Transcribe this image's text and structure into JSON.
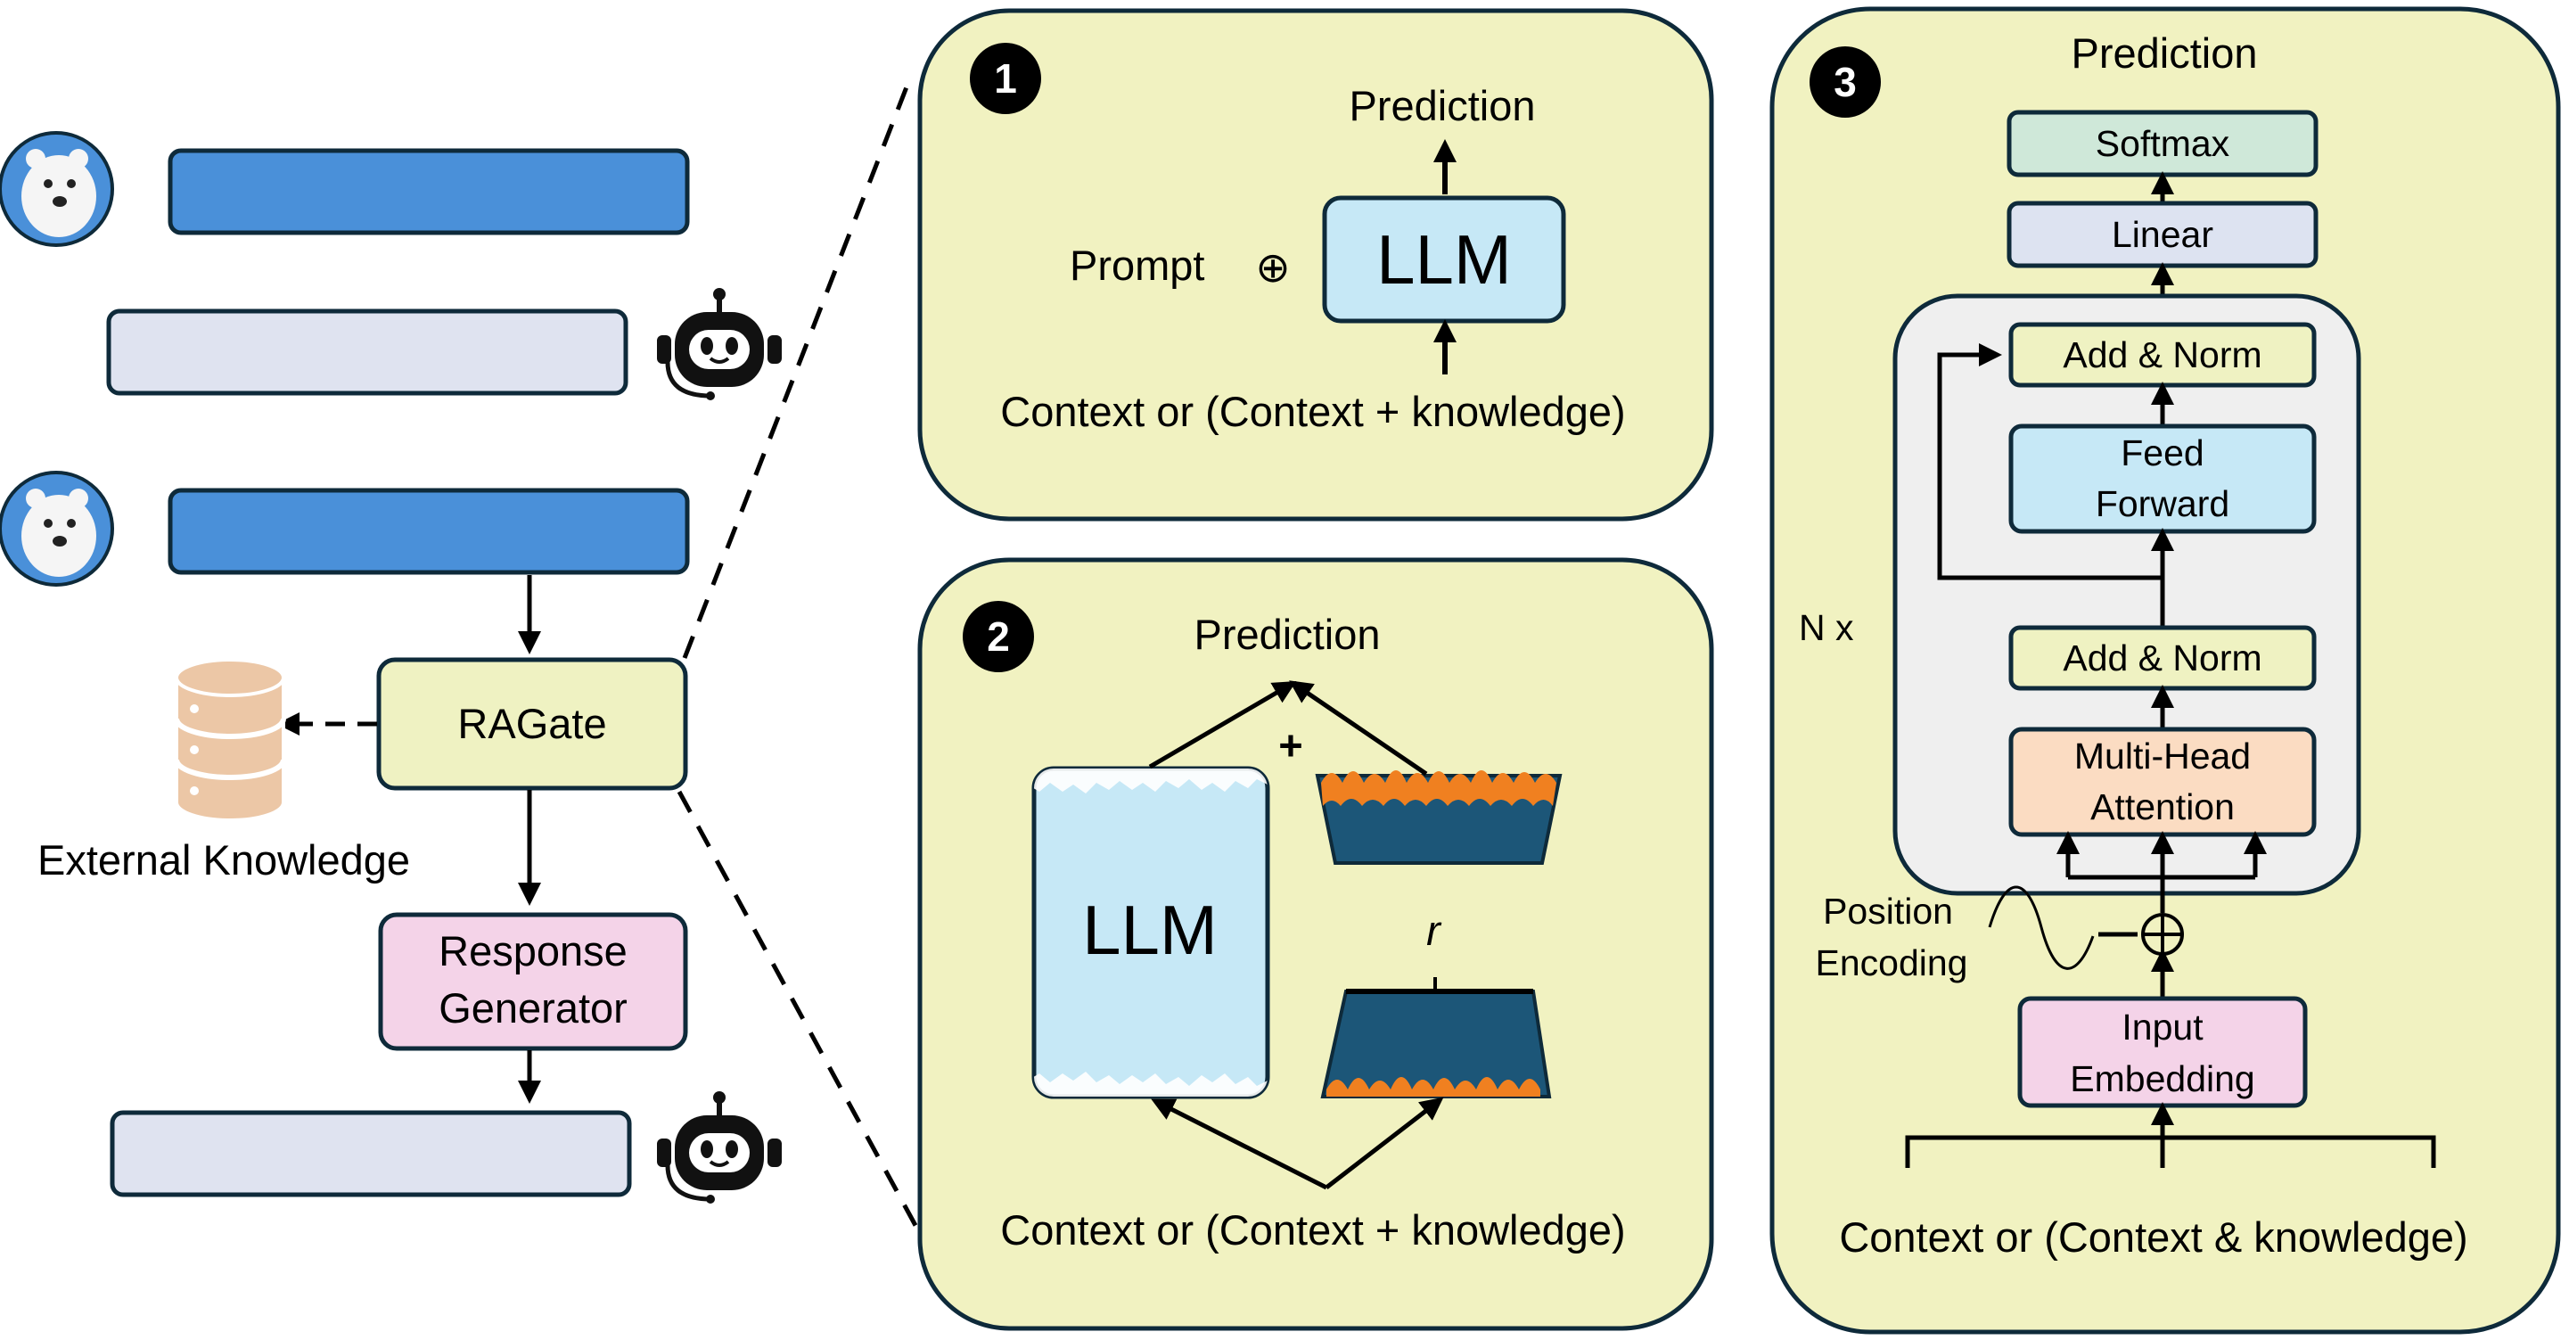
{
  "colors": {
    "panel_fill": "#f1f2c1",
    "user_bar": "#4a90d9",
    "bot_bar": "#dfe3f0",
    "ragate_fill": "#eff2c2",
    "response_fill": "#f4d3e8",
    "llm_fill": "#c6e8f6",
    "softmax_fill": "#cfe8d9",
    "linear_fill": "#dde3f1",
    "addnorm_fill": "#eff2c2",
    "feedforward_fill": "#c6e8f6",
    "attention_fill": "#fbdcc2",
    "embedding_fill": "#f4d3e8",
    "encoder_fill": "#efefef",
    "db_fill": "#ecc7a6",
    "outline": "#0e2a3a"
  },
  "left": {
    "external_knowledge": "External Knowledge",
    "ragate": "RAGate",
    "response_generator": [
      "Response",
      "Generator"
    ]
  },
  "panel1": {
    "number": "1",
    "prediction": "Prediction",
    "prompt": "Prompt",
    "oplus": "⊕",
    "llm": "LLM",
    "context": "Context or (Context + knowledge)"
  },
  "panel2": {
    "number": "2",
    "prediction": "Prediction",
    "plus": "+",
    "llm": "LLM",
    "r": "r",
    "context": "Context or (Context + knowledge)"
  },
  "panel3": {
    "number": "3",
    "prediction": "Prediction",
    "softmax": "Softmax",
    "linear": "Linear",
    "add_norm_top": "Add & Norm",
    "feed_forward": [
      "Feed",
      "Forward"
    ],
    "nx": "N x",
    "add_norm_bottom": "Add & Norm",
    "attention": [
      "Multi-Head",
      "Attention"
    ],
    "position_encoding": [
      "Position",
      "Encoding"
    ],
    "input_embedding": [
      "Input",
      "Embedding"
    ],
    "context": "Context or (Context & knowledge)"
  },
  "icons": [
    "polar-bear-avatar",
    "robot-avatar",
    "database-icon"
  ]
}
